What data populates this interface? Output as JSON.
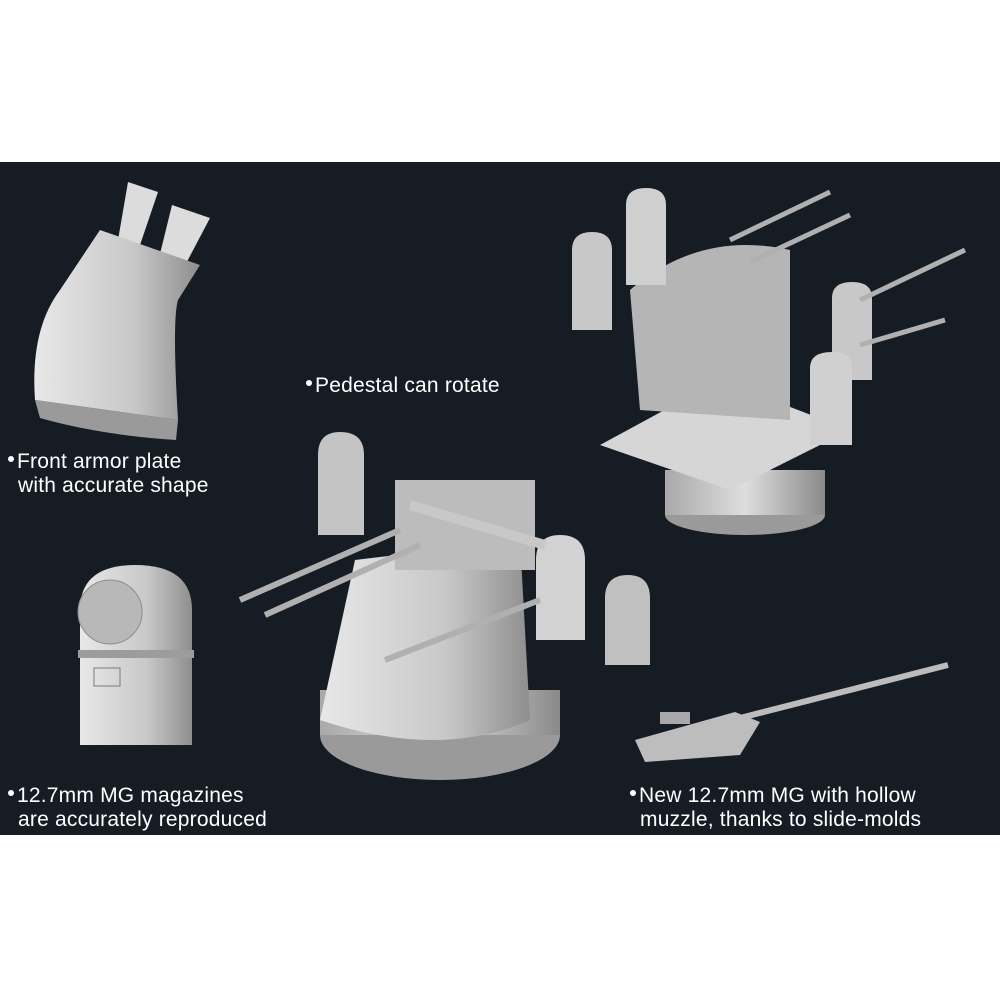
{
  "captions": {
    "front_armor": {
      "line1": "Front armor plate",
      "line2": "with accurate shape"
    },
    "pedestal": {
      "line1": "Pedestal can rotate"
    },
    "magazines": {
      "line1": "12.7mm MG magazines",
      "line2": "are accurately reproduced"
    },
    "mg": {
      "line1": "New 12.7mm MG with hollow",
      "line2": "muzzle, thanks to slide-molds"
    }
  },
  "colors": {
    "background_band": "#151c24",
    "part_gray": "#c9c9c9",
    "text": "#ffffff"
  }
}
